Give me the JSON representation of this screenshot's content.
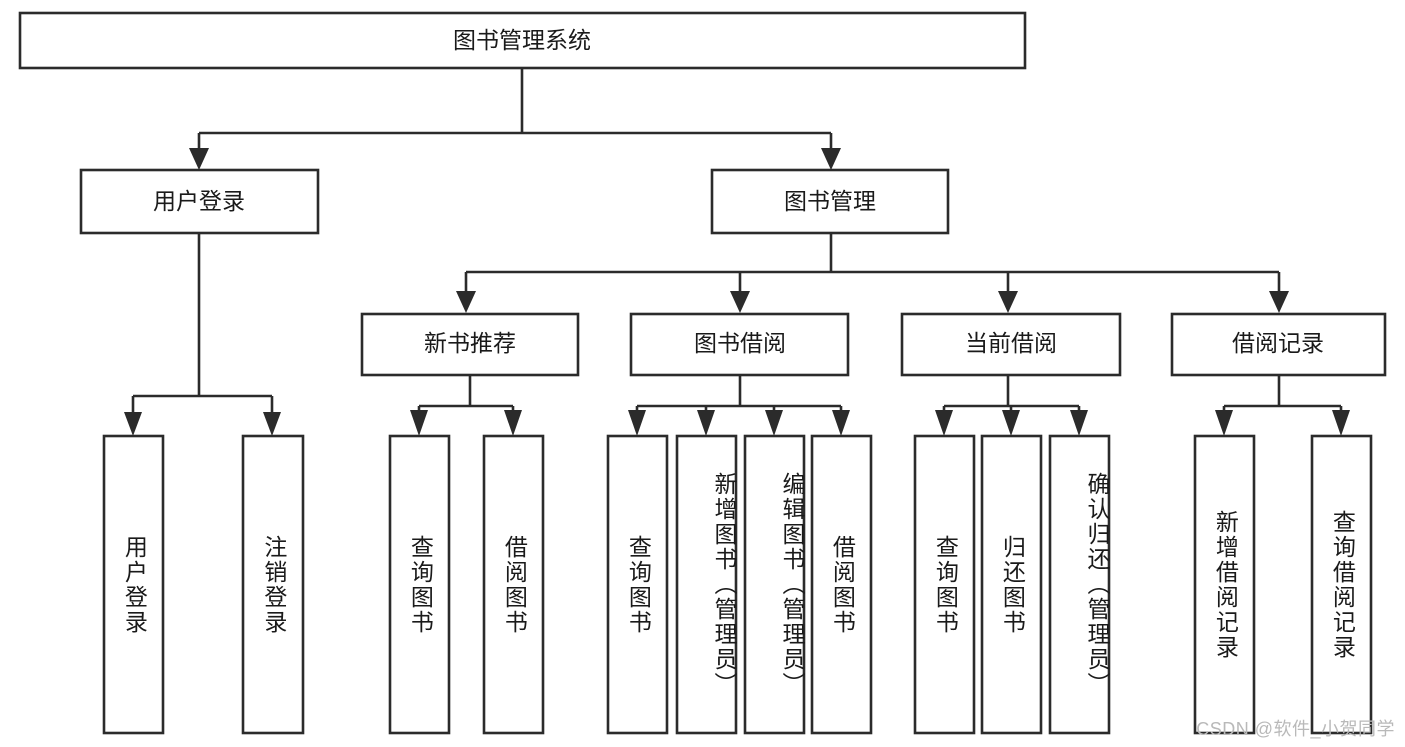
{
  "diagram": {
    "type": "tree",
    "title": "图书管理系统",
    "orientation": "top-down",
    "colors": {
      "box_fill": "#ffffff",
      "box_stroke": "#2b2b2b",
      "text": "#1a1a1a",
      "background": "#ffffff",
      "watermark": "#b9b9b9"
    },
    "root": {
      "label": "图书管理系统"
    },
    "level2": [
      {
        "label": "用户登录"
      },
      {
        "label": "图书管理"
      }
    ],
    "level3": [
      {
        "label": "新书推荐"
      },
      {
        "label": "图书借阅"
      },
      {
        "label": "当前借阅"
      },
      {
        "label": "借阅记录"
      }
    ],
    "leaves": [
      {
        "label": "用户登录",
        "parent": "用户登录"
      },
      {
        "label": "注销登录",
        "parent": "用户登录"
      },
      {
        "label": "查询图书",
        "parent": "新书推荐"
      },
      {
        "label": "借阅图书",
        "parent": "新书推荐"
      },
      {
        "label": "查询图书",
        "parent": "图书借阅"
      },
      {
        "label": "新增图书（管理员）",
        "parent": "图书借阅"
      },
      {
        "label": "编辑图书（管理员）",
        "parent": "图书借阅"
      },
      {
        "label": "借阅图书",
        "parent": "图书借阅"
      },
      {
        "label": "查询图书",
        "parent": "当前借阅"
      },
      {
        "label": "归还图书",
        "parent": "当前借阅"
      },
      {
        "label": "确认归还（管理员）",
        "parent": "当前借阅"
      },
      {
        "label": "新增借阅记录",
        "parent": "借阅记录"
      },
      {
        "label": "查询借阅记录",
        "parent": "借阅记录"
      }
    ]
  },
  "watermark": {
    "text": "CSDN @软件_小贺同学"
  }
}
